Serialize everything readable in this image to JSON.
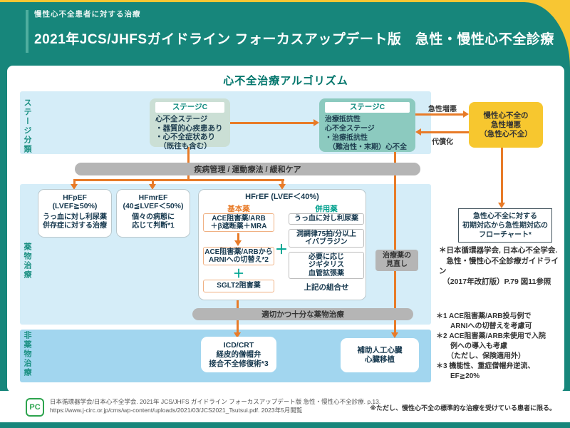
{
  "colors": {
    "teal_header": "#17867b",
    "accent_yellow": "#f8c633",
    "band_blue": "#d5edf8",
    "band_blue_dark": "#a2d6ef",
    "stage_box1": "#cbdfd5",
    "stage_box2": "#8ccabf",
    "arrow_orange": "#e87b28",
    "plus_teal": "#00a591",
    "gray_bar": "#b5b5b5",
    "text_dark": "#1e3d4f"
  },
  "header": {
    "eyebrow": "慢性心不全患者に対する治療",
    "title": "2021年JCS/JHFSガイドライン フォーカスアップデート版　急性・慢性心不全診療"
  },
  "algorithm": {
    "title": "心不全治療アルゴリズム",
    "sections": {
      "stage": "ステージ分類",
      "drug": "薬物治療",
      "nondrug": "非薬物治療"
    },
    "stage": {
      "box1": {
        "tag": "ステージC",
        "body": "心不全ステージ\n・器質的心疾患あり\n・心不全症状あり\n　（既往も含む）"
      },
      "box2": {
        "tag": "ステージC",
        "body": "治療抵抗性\n心不全ステージ\n・治療抵抗性\n　（難治性・末期）心不全"
      },
      "acute_box": "慢性心不全の\n急性増悪\n（急性心不全）",
      "arrow_worsen_label": "急性増悪",
      "arrow_compensate_label": "代償化"
    },
    "care_bar": "疾病管理 / 運動療法 / 緩和ケア",
    "hfpef": {
      "title": "HFpEF\n(LVEF≧50%)",
      "body": "うっ血に対し利尿薬\n併存症に対する治療"
    },
    "hfmref": {
      "title": "HFmrEF\n(40≦LVEF＜50%)",
      "body": "個々の病態に\n応じて判断*1"
    },
    "hfref": {
      "title": "HFrEF (LVEF＜40%)",
      "basic_label": "基本薬",
      "combo_label": "併用薬",
      "basic_boxes": [
        "ACE阻害薬/ARB\n＋β遮断薬＋MRA",
        "ACE阻害薬/ARBから\nARNIへの切替え*2",
        "SGLT2阻害薬"
      ],
      "combo_boxes": [
        "うっ血に対し利尿薬",
        "洞調律75拍/分以上\nイバブラジン",
        "必要に応じ\nジギタリス\n血管拡張薬"
      ],
      "combo_caption": "上記の組合せ",
      "plus": "＋"
    },
    "review_box": "治療薬の\n見直し",
    "adequate_bar": "適切かつ十分な薬物治療",
    "icd_box": "ICD/CRT\n経皮的僧帽弁\n接合不全修復術*3",
    "vad_box": "補助人工心臓\n心臓移植",
    "acute_flowchart_box": "急性心不全に対する\n初期対応から急性期対応の\nフローチャート*",
    "reference_note": "＊日本循環器学会, 日本心不全学会.\n　急性・慢性心不全診療ガイドライン\n　（2017年改訂版）P.79 図11参照",
    "footnotes": "＊1 ACE阻害薬/ARB投与例で\n　　ARNIへの切替えを考慮可\n＊2 ACE阻害薬/ARB未使用で入院\n　　例への導入も考慮\n　　（ただし、保険適用外）\n＊3 機能性、重症僧帽弁逆流、\n　　EF≧20%"
  },
  "footer": {
    "logo": "PC",
    "citation": "日本循環器学会/日本心不全学会. 2021年 JCS/JHFS ガイドライン フォーカスアップデート版 急性・慢性心不全診療. p.13.\nhttps://www.j-circ.or.jp/cms/wp-content/uploads/2021/03/JCS2021_Tsutsui.pdf. 2023年5月閲覧",
    "note": "※ただし、慢性心不全の標準的な治療を受けている患者に限る。"
  }
}
